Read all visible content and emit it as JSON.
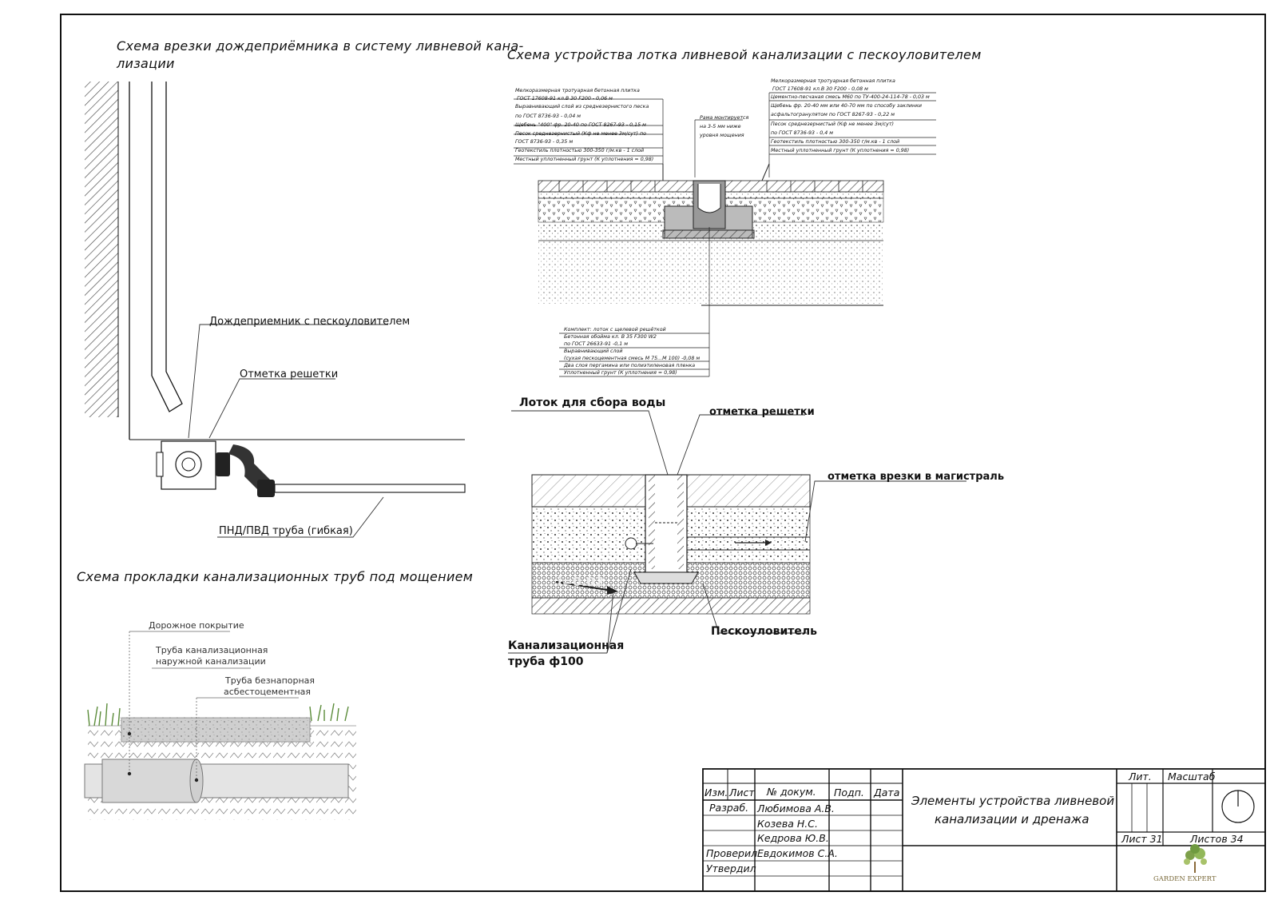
{
  "titles": {
    "inlet_scheme": "Схема врезки дождеприёмника в систему ливневой кана-",
    "inlet_scheme_2": "лизации",
    "tray_scheme": "Схема устройства лотка ливневой канализации с пескоуловителем",
    "pipes_scheme": "Схема прокладки канализационных труб под мощением"
  },
  "inlet": {
    "label_inlet": "Дождеприемник с пескоуловителем",
    "label_grate": "Отметка решетки",
    "label_pipe": "ПНД/ПВД труба (гибкая)"
  },
  "tray_left_spec": [
    "Мелкоразмерная тротуарная бетонная плитка",
    "ГОСТ  17608-91  кл.В 30 F200                                    - 0,06 м",
    "Выравнивающий слой из средне­зернистого песка",
    "по ГОСТ  8736-93                                                        - 0,04 м",
    "Щебень  \"400\"  фр. 20-40  по ГОСТ  8267-93   - 0,15 м",
    "Песок среднезернистый  (Кф не менее 3м/сут) по",
    "ГОСТ  8736-93                                                            - 0,35 м",
    "Геотекстиль плотностью  300-350  г/м.кв   - 1 слой",
    "Местный уплотненный грунт  (К уплотнения = 0,98)"
  ],
  "tray_mid_note": [
    "Рама монтируется",
    "на 3-5 мм ниже",
    "уровня мощения"
  ],
  "tray_right_spec": [
    "Мелкоразмерная тротуарная бетонная плитка",
    "ГОСТ  17608-91  кл.В 30 F200                                    - 0,08 м",
    "Цементно-песчаная смесь М60  по  ТУ-400-24-114-78  - 0,03 м",
    "Щебень фр. 20-40 мм или 40-70 мм по способу заклинки",
    "асфальтогранулятом по ГОСТ  8267-93                    - 0,22 м",
    "Песок среднезернистый  (Кф не менее 3м/сут)",
    "по ГОСТ  8736-93                                                  - 0,4 м",
    "Геотекстиль плотностью  300-350  г/м.кв       - 1 слой",
    "Местный уплотненный грунт  (К уплотнения = 0,98)"
  ],
  "tray_bottom_spec": [
    "Комплект: лоток с щелевой решёткой",
    "Бетонная обойма  кл.  В 35 F300 W2",
    "по ГОСТ  26633-91                                          -0,1 м",
    "Выравнивающий слой",
    "(сухая пескоцементная смесь  М 75...М 100)  -0,08 м",
    "Два слоя пергамина или полиэтиленовая пленка",
    "Уплотненный грунт  (К уплотнения = 0,98)"
  ],
  "trap": {
    "label_tray": "Лоток для сбора воды",
    "label_grate": "отметка решетки",
    "label_main": "отметка врезки в магистраль",
    "label_slope": "i=0.02",
    "label_sand": "Пескоуловитель",
    "label_pipe_1": "Канализационная",
    "label_pipe_2": "труба ф100"
  },
  "pipes": {
    "label_road": "Дорожное покрытие",
    "label_pipe_1": "Труба канализационная",
    "label_pipe_2": "наружной канализации",
    "label_asb_1": "Труба безнапорная",
    "label_asb_2": "асбестоцементная"
  },
  "titleblock": {
    "izm": "Изм.",
    "list": "Лист",
    "doc": "№    докум.",
    "sign": "Подп.",
    "date": "Дата",
    "rows": [
      {
        "role": "Разраб.",
        "name": "Любимова А.В."
      },
      {
        "role": "",
        "name": "Козева Н.С."
      },
      {
        "role": "",
        "name": "Кедрова Ю.В."
      },
      {
        "role": "Проверил",
        "name": "Евдокимов С.А."
      },
      {
        "role": "Утвердил",
        "name": ""
      }
    ],
    "title_1": "Элементы устройства ливневой",
    "title_2": "канализации и дренажа",
    "lit": "Лит.",
    "scale": "Масштаб",
    "sheet": "Лист 31",
    "sheets": "Листов 34",
    "logo": "GARDEN EXPERT"
  }
}
